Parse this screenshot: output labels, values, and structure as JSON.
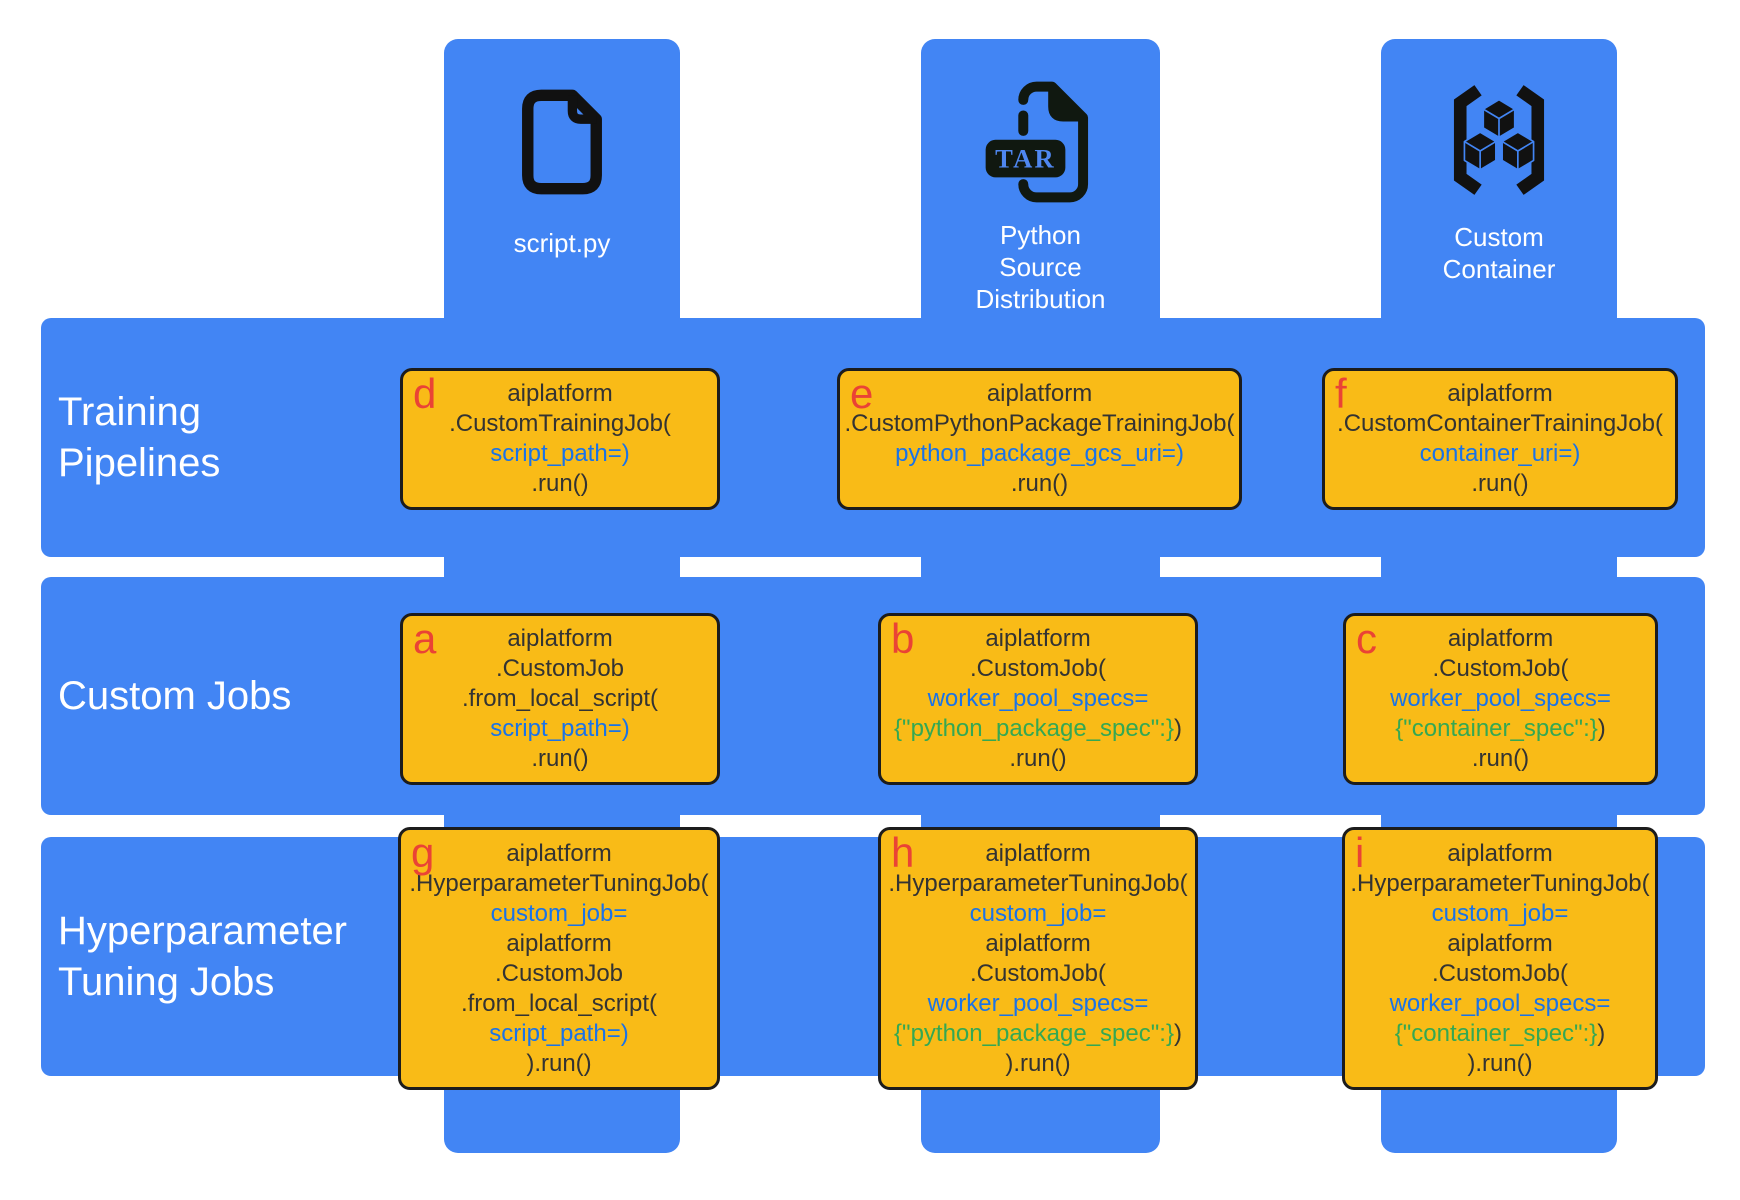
{
  "colors": {
    "blue": "#4285f4",
    "yellow": "#f9bb17",
    "box-border": "#1c1c1c",
    "code": "#333333",
    "param": "#1a73e8",
    "string": "#34a853",
    "label": "#ea4335",
    "icon": "#111111"
  },
  "columns": [
    {
      "label": "script.py",
      "icon": "file-icon"
    },
    {
      "label": "Python\nSource\nDistribution",
      "icon": "tar-file-icon"
    },
    {
      "label": "Custom\nContainer",
      "icon": "container-icon"
    }
  ],
  "tar_badge": "TAR",
  "rows": [
    {
      "label": "Training\nPipelines"
    },
    {
      "label": "Custom Jobs"
    },
    {
      "label": "Hyperparameter\nTuning Jobs"
    }
  ],
  "cells": [
    {
      "label": "a",
      "row": "Custom Jobs",
      "column": "script.py",
      "lines": [
        [
          {
            "t": "aiplatform",
            "c": "code"
          }
        ],
        [
          {
            "t": ".CustomJob",
            "c": "code"
          }
        ],
        [
          {
            "t": ".from_local_script(",
            "c": "code"
          }
        ],
        [
          {
            "t": "script_path=)",
            "c": "param"
          }
        ],
        [
          {
            "t": ".run()",
            "c": "code"
          }
        ]
      ]
    },
    {
      "label": "b",
      "row": "Custom Jobs",
      "column": "Python Source Distribution",
      "lines": [
        [
          {
            "t": "aiplatform",
            "c": "code"
          }
        ],
        [
          {
            "t": ".CustomJob(",
            "c": "code"
          }
        ],
        [
          {
            "t": "worker_pool_specs=",
            "c": "param"
          }
        ],
        [
          {
            "t": "{\"python_package_spec\":}",
            "c": "string"
          },
          {
            "t": ")",
            "c": "code"
          }
        ],
        [
          {
            "t": ".run()",
            "c": "code"
          }
        ]
      ]
    },
    {
      "label": "c",
      "row": "Custom Jobs",
      "column": "Custom Container",
      "lines": [
        [
          {
            "t": "aiplatform",
            "c": "code"
          }
        ],
        [
          {
            "t": ".CustomJob(",
            "c": "code"
          }
        ],
        [
          {
            "t": "worker_pool_specs=",
            "c": "param"
          }
        ],
        [
          {
            "t": "{\"container_spec\":}",
            "c": "string"
          },
          {
            "t": ")",
            "c": "code"
          }
        ],
        [
          {
            "t": ".run()",
            "c": "code"
          }
        ]
      ]
    },
    {
      "label": "d",
      "row": "Training Pipelines",
      "column": "script.py",
      "lines": [
        [
          {
            "t": "aiplatform",
            "c": "code"
          }
        ],
        [
          {
            "t": ".CustomTrainingJob(",
            "c": "code"
          }
        ],
        [
          {
            "t": "script_path=)",
            "c": "param"
          }
        ],
        [
          {
            "t": ".run()",
            "c": "code"
          }
        ]
      ]
    },
    {
      "label": "e",
      "row": "Training Pipelines",
      "column": "Python Source Distribution",
      "lines": [
        [
          {
            "t": "aiplatform",
            "c": "code"
          }
        ],
        [
          {
            "t": ".CustomPythonPackageTrainingJob(",
            "c": "code"
          }
        ],
        [
          {
            "t": "python_package_gcs_uri=)",
            "c": "param"
          }
        ],
        [
          {
            "t": ".run()",
            "c": "code"
          }
        ]
      ]
    },
    {
      "label": "f",
      "row": "Training Pipelines",
      "column": "Custom Container",
      "lines": [
        [
          {
            "t": "aiplatform",
            "c": "code"
          }
        ],
        [
          {
            "t": ".CustomContainerTrainingJob(",
            "c": "code"
          }
        ],
        [
          {
            "t": "container_uri=)",
            "c": "param"
          }
        ],
        [
          {
            "t": ".run()",
            "c": "code"
          }
        ]
      ]
    },
    {
      "label": "g",
      "row": "Hyperparameter Tuning Jobs",
      "column": "script.py",
      "lines": [
        [
          {
            "t": "aiplatform",
            "c": "code"
          }
        ],
        [
          {
            "t": ".HyperparameterTuningJob(",
            "c": "code"
          }
        ],
        [
          {
            "t": "custom_job=",
            "c": "param"
          }
        ],
        [
          {
            "t": "aiplatform",
            "c": "code"
          }
        ],
        [
          {
            "t": ".CustomJob",
            "c": "code"
          }
        ],
        [
          {
            "t": ".from_local_script(",
            "c": "code"
          }
        ],
        [
          {
            "t": "script_path=)",
            "c": "param"
          }
        ],
        [
          {
            "t": ").run()",
            "c": "code"
          }
        ]
      ]
    },
    {
      "label": "h",
      "row": "Hyperparameter Tuning Jobs",
      "column": "Python Source Distribution",
      "lines": [
        [
          {
            "t": "aiplatform",
            "c": "code"
          }
        ],
        [
          {
            "t": ".HyperparameterTuningJob(",
            "c": "code"
          }
        ],
        [
          {
            "t": "custom_job=",
            "c": "param"
          }
        ],
        [
          {
            "t": "aiplatform",
            "c": "code"
          }
        ],
        [
          {
            "t": ".CustomJob(",
            "c": "code"
          }
        ],
        [
          {
            "t": "worker_pool_specs=",
            "c": "param"
          }
        ],
        [
          {
            "t": "{\"python_package_spec\":}",
            "c": "string"
          },
          {
            "t": ")",
            "c": "code"
          }
        ],
        [
          {
            "t": ").run()",
            "c": "code"
          }
        ]
      ]
    },
    {
      "label": "i",
      "row": "Hyperparameter Tuning Jobs",
      "column": "Custom Container",
      "lines": [
        [
          {
            "t": "aiplatform",
            "c": "code"
          }
        ],
        [
          {
            "t": ".HyperparameterTuningJob(",
            "c": "code"
          }
        ],
        [
          {
            "t": "custom_job=",
            "c": "param"
          }
        ],
        [
          {
            "t": "aiplatform",
            "c": "code"
          }
        ],
        [
          {
            "t": ".CustomJob(",
            "c": "code"
          }
        ],
        [
          {
            "t": "worker_pool_specs=",
            "c": "param"
          }
        ],
        [
          {
            "t": "{\"container_spec\":}",
            "c": "string"
          },
          {
            "t": ")",
            "c": "code"
          }
        ],
        [
          {
            "t": ").run()",
            "c": "code"
          }
        ]
      ]
    }
  ]
}
